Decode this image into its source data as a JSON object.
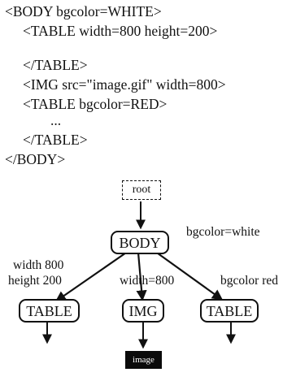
{
  "code": {
    "lines": [
      "<BODY bgcolor=WHITE>",
      "<TABLE width=800 height=200>",
      "</TABLE>",
      "<IMG src=\"image.gif\" width=800>",
      "<TABLE bgcolor=RED>",
      "...",
      "</TABLE>",
      "</BODY>"
    ]
  },
  "tree": {
    "root_label": "root",
    "body_label": "BODY",
    "table1_label": "TABLE",
    "img_label": "IMG",
    "table2_label": "TABLE",
    "image_box_label": "image",
    "body_attr": "bgcolor=white",
    "table1_attr_line1": "width  800",
    "table1_attr_line2": "height  200",
    "img_attr": "width=800",
    "table2_attr": "bgcolor  red"
  }
}
